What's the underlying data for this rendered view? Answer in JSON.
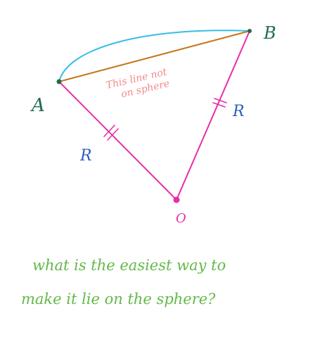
{
  "labels": {
    "point_a": "A",
    "point_b": "B",
    "point_o": "O",
    "radius_left": "R",
    "radius_right": "R",
    "chord_note_line1": "This line not",
    "chord_note_line2": "on sphere"
  },
  "question": {
    "line1": "what is the easiest way to",
    "line2": "make it lie on the sphere?"
  },
  "colors": {
    "arc": "#38bde6",
    "chord": "#c5761c",
    "radius": "#e62fa6",
    "point_ab": "#1e6b50",
    "point_o": "#e62fa6",
    "label_ab": "#1e6b50",
    "label_r": "#2a5fbf",
    "label_o": "#e62fa6",
    "note": "#f08a8a",
    "question": "#63b84a"
  }
}
